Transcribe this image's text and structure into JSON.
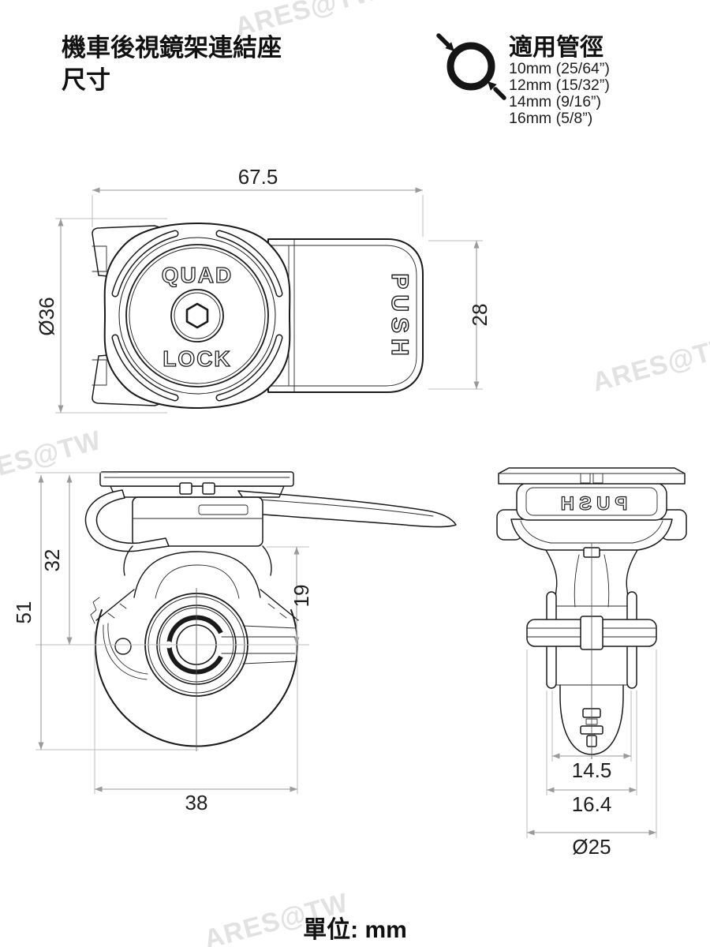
{
  "header": {
    "title_line1": "機車後視鏡架連結座",
    "title_line2": "尺寸"
  },
  "tube_spec": {
    "heading": "適用管徑",
    "sizes": [
      "10mm (25/64”)",
      "12mm (15/32”)",
      "14mm (9/16”)",
      "16mm (5/8”)"
    ]
  },
  "top_view": {
    "dim_width": "67.5",
    "dim_diameter": "Ø36",
    "dim_height": "28",
    "brand_top": "QUAD",
    "brand_bottom": "LOCK",
    "lever_label": "PUSH"
  },
  "front_view": {
    "dim_total_height": "51",
    "dim_upper_height": "32",
    "dim_clamp_height": "19",
    "dim_width": "38"
  },
  "side_view": {
    "dim_inner_width": "14.5",
    "dim_outer_width": "16.4",
    "dim_diameter": "Ø25",
    "lever_label": "PUSH"
  },
  "footer": {
    "unit_label": "單位: mm"
  },
  "watermark": {
    "text": "ARES@TW",
    "color": "#e2e2e2"
  },
  "colors": {
    "line": "#1a1a1a",
    "dimension": "#9a9a9a",
    "text": "#111111"
  }
}
